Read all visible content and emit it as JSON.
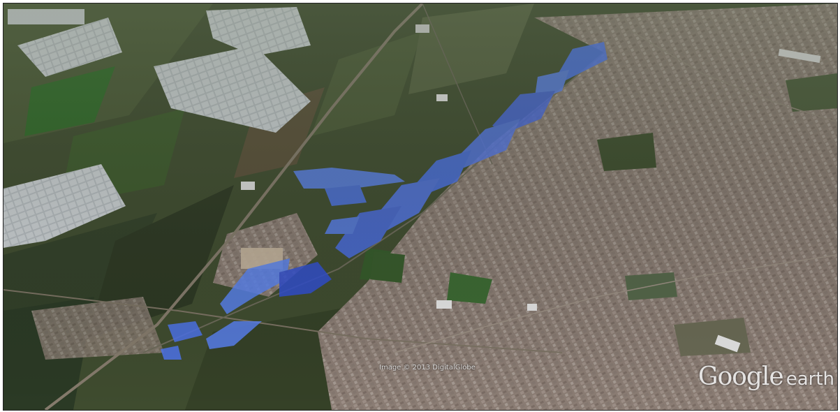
{
  "map": {
    "view": "aerial-3d",
    "attribution": "Image © 2013 DigitalGlobe",
    "logo": {
      "brand": "Google",
      "product": "earth"
    },
    "overlay_color": "#3f6cf0",
    "urban_color": "#8a7a70",
    "field_color": "#3f4f30"
  }
}
